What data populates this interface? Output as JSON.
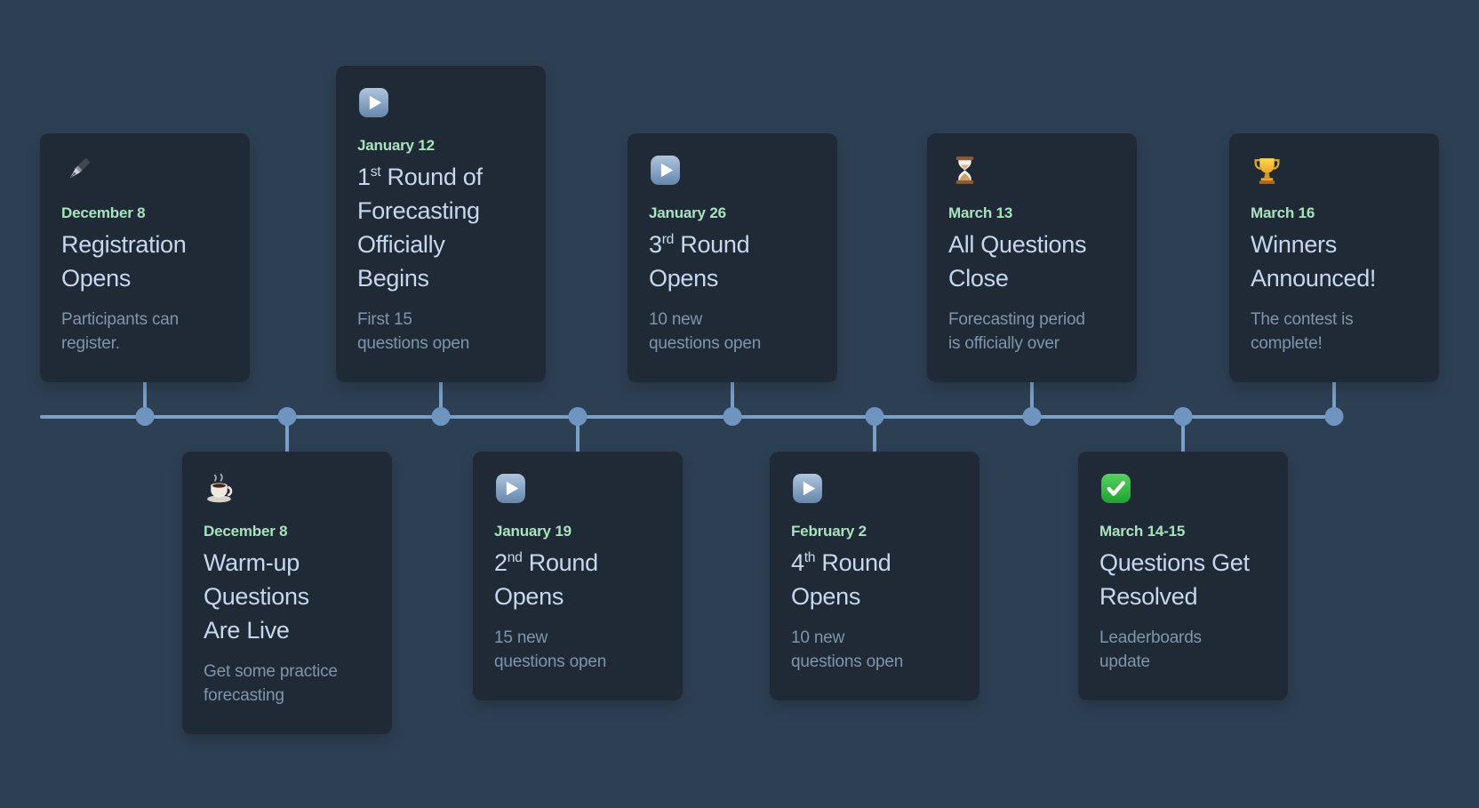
{
  "page": {
    "background_color": "#2d4053"
  },
  "timeline": {
    "line_color": "#7ba0c6",
    "dot_color": "#6d95bf",
    "card_color": "#1f2a36",
    "date_color": "#a8e3bd",
    "title_color": "#c7d8ee",
    "description_color": "#8095ab",
    "events": [
      {
        "position": "top",
        "icon": "fountain-pen",
        "date": "December 8",
        "title": {
          "num": "",
          "ord": "",
          "text": "Registration\nOpens"
        },
        "description": "Participants can\nregister."
      },
      {
        "position": "bottom",
        "icon": "coffee",
        "date": "December 8",
        "title": {
          "num": "",
          "ord": "",
          "text": "Warm-up\nQuestions\nAre Live"
        },
        "description": "Get some practice\nforecasting"
      },
      {
        "position": "top",
        "icon": "play-button",
        "date": "January 12",
        "title": {
          "num": "1",
          "ord": "st",
          "text": " Round of\nForecasting\nOfficially\nBegins"
        },
        "description": "First 15\nquestions open"
      },
      {
        "position": "bottom",
        "icon": "play-button",
        "date": "January 19",
        "title": {
          "num": "2",
          "ord": "nd",
          "text": " Round\nOpens"
        },
        "description": "15 new\nquestions open"
      },
      {
        "position": "top",
        "icon": "play-button",
        "date": "January 26",
        "title": {
          "num": "3",
          "ord": "rd",
          "text": " Round\nOpens"
        },
        "description": "10 new\nquestions open"
      },
      {
        "position": "bottom",
        "icon": "play-button",
        "date": "February 2",
        "title": {
          "num": "4",
          "ord": "th",
          "text": " Round\nOpens"
        },
        "description": "10 new\nquestions open"
      },
      {
        "position": "top",
        "icon": "hourglass",
        "date": "March 13",
        "title": {
          "num": "",
          "ord": "",
          "text": "All Questions\nClose"
        },
        "description": "Forecasting period\nis officially over"
      },
      {
        "position": "bottom",
        "icon": "check-mark",
        "date": "March 14-15",
        "title": {
          "num": "",
          "ord": "",
          "text": "Questions Get\nResolved"
        },
        "description": "Leaderboards\nupdate"
      },
      {
        "position": "top",
        "icon": "trophy",
        "date": "March 16",
        "title": {
          "num": "",
          "ord": "",
          "text": "Winners\nAnnounced!"
        },
        "description": "The contest is\ncomplete!"
      }
    ]
  }
}
